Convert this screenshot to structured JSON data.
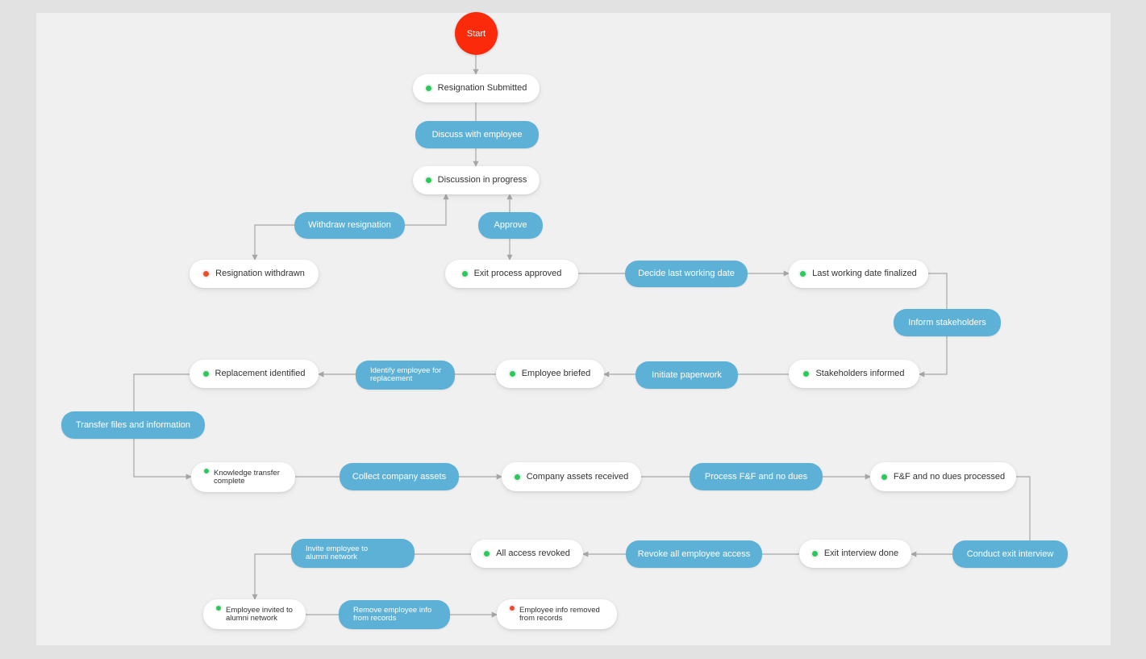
{
  "colors": {
    "green_dot": "#2bc85a",
    "red_dot": "#f04a2c",
    "start_node": "#fb2a0a",
    "action_fill": "#5eb1d6",
    "connector": "#a6a6a6"
  },
  "start": {
    "label": "Start"
  },
  "states": {
    "resignation_submitted": {
      "label": "Resignation Submitted",
      "status": "green"
    },
    "discussion_in_progress": {
      "label": "Discussion in progress",
      "status": "green"
    },
    "resignation_withdrawn": {
      "label": "Resignation withdrawn",
      "status": "red"
    },
    "exit_process_approved": {
      "label": "Exit process approved",
      "status": "green"
    },
    "last_working_date_finalized": {
      "label": "Last working date finalized",
      "status": "green"
    },
    "stakeholders_informed": {
      "label": "Stakeholders  informed",
      "status": "green"
    },
    "employee_briefed": {
      "label": "Employee briefed",
      "status": "green"
    },
    "replacement_identified": {
      "label": "Replacement identified",
      "status": "green"
    },
    "knowledge_transfer_complete": {
      "label": "Knowledge transfer complete",
      "status": "green"
    },
    "company_assets_received": {
      "label": "Company assets received",
      "status": "green"
    },
    "ff_processed": {
      "label": "F&F and no dues processed",
      "status": "green"
    },
    "exit_interview_done": {
      "label": "Exit interview done",
      "status": "green"
    },
    "all_access_revoked": {
      "label": "All access revoked",
      "status": "green"
    },
    "employee_invited_alumni": {
      "label": "Employee invited to alumni network",
      "status": "green"
    },
    "employee_info_removed": {
      "label": "Employee info removed from records",
      "status": "red"
    }
  },
  "actions": {
    "discuss_with_employee": {
      "label": "Discuss  with employee"
    },
    "withdraw_resignation": {
      "label": "Withdraw resignation"
    },
    "approve": {
      "label": "Approve"
    },
    "decide_last_working_date": {
      "label": "Decide last working date"
    },
    "inform_stakeholders": {
      "label": "Inform  stakeholders"
    },
    "initiate_paperwork": {
      "label": "Initiate paperwork"
    },
    "identify_replacement": {
      "label": "Identify employee for replacement"
    },
    "transfer_files": {
      "label": "Transfer files and information"
    },
    "collect_assets": {
      "label": "Collect company assets"
    },
    "process_ff": {
      "label": "Process F&F and no dues"
    },
    "conduct_exit_interview": {
      "label": "Conduct exit interview"
    },
    "revoke_access": {
      "label": "Revoke all employee access"
    },
    "invite_alumni": {
      "label": "Invite employee to alumni network"
    },
    "remove_info": {
      "label": "Remove employee info from records"
    }
  }
}
